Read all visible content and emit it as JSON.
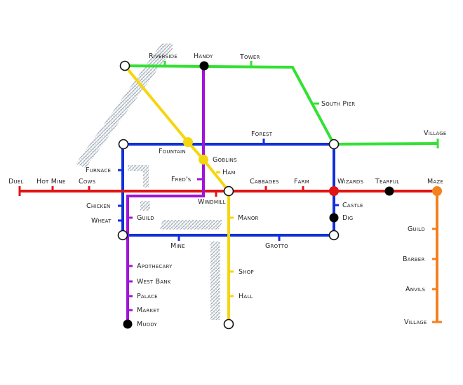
{
  "colors": {
    "green": "#33e133",
    "yellow": "#f5d60e",
    "purple": "#a013d8",
    "blue": "#1030d8",
    "red": "#e21414",
    "orange": "#f5801e",
    "river_hatch": "#9aa6b2"
  },
  "lines": [
    {
      "name": "green",
      "color": "green"
    },
    {
      "name": "yellow",
      "color": "yellow"
    },
    {
      "name": "purple",
      "color": "purple"
    },
    {
      "name": "blue",
      "color": "blue"
    },
    {
      "name": "red",
      "color": "red"
    },
    {
      "name": "orange",
      "color": "orange"
    }
  ],
  "stations": {
    "riverside": "Riverside",
    "handy": "Handy",
    "tower": "Tower",
    "south_pier": "South Pier",
    "village_green": "Village",
    "forest": "Forest",
    "fountain": "Fountain",
    "goblins": "Goblins",
    "ham": "Ham",
    "freds": "Fred's",
    "furnace": "Furnace",
    "duel": "Duel",
    "hot_mine": "Hot Mine",
    "cows": "Cows",
    "cabbages": "Cabbages",
    "farm": "Farm",
    "wizards": "Wizards",
    "tearful": "Tearful",
    "maze": "Maze",
    "windmill": "Windmill",
    "chicken": "Chicken",
    "wheat": "Wheat",
    "guild_purple": "Guild",
    "manor": "Manor",
    "castle": "Castle",
    "dig": "Dig",
    "mine": "Mine",
    "grotto": "Grotto",
    "apothecary": "Apothecary",
    "west_bank": "West Bank",
    "palace": "Palace",
    "market": "Market",
    "muddy": "Muddy",
    "shop": "Shop",
    "hall": "Hall",
    "guild_orange": "Guild",
    "barber": "Barber",
    "anvils": "Anvils",
    "village_orange": "Village"
  }
}
